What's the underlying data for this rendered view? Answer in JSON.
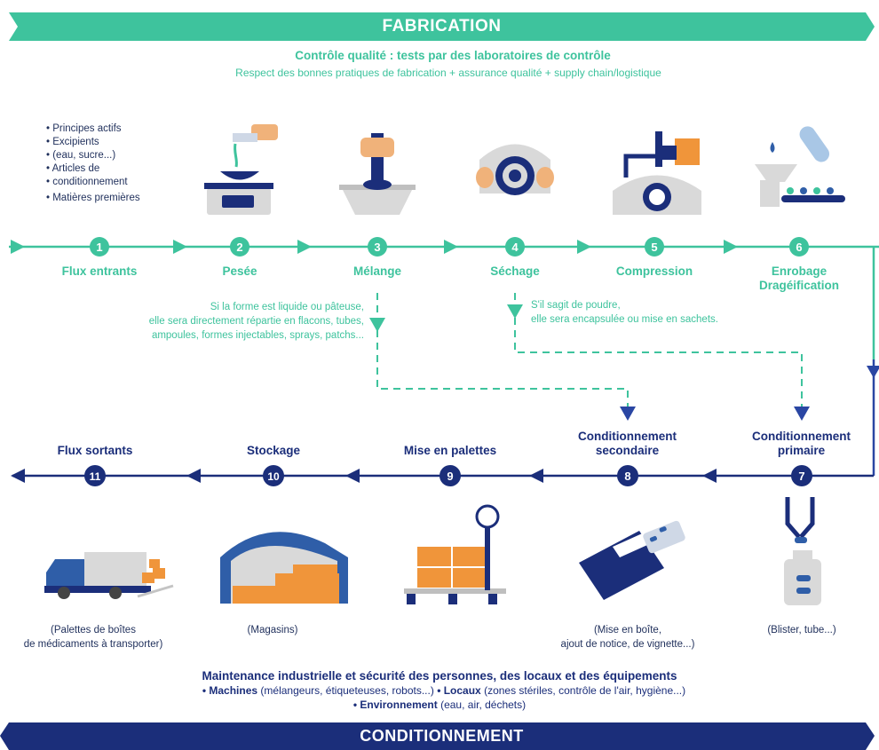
{
  "header": {
    "title": "FABRICATION",
    "subtitle": "Contrôle qualité : tests par des laboratoires de contrôle",
    "tagline": "Respect des bonnes pratiques de fabrication + assurance qualité + supply chain/logistique"
  },
  "inputs": [
    "• Principes actifs",
    "• Excipients",
    "• (eau, sucre...)",
    "• Articles de",
    "• conditionnement",
    "• Matières premières"
  ],
  "steps": [
    {
      "num": "1",
      "label": "Flux entrants"
    },
    {
      "num": "2",
      "label": "Pesée"
    },
    {
      "num": "3",
      "label": "Mélange"
    },
    {
      "num": "4",
      "label": "Séchage"
    },
    {
      "num": "5",
      "label": "Compression"
    },
    {
      "num": "6",
      "label": "Enrobage",
      "label2": "Dragéification"
    },
    {
      "num": "7",
      "label": "Conditionnement",
      "label2": "primaire"
    },
    {
      "num": "8",
      "label": "Conditionnement",
      "label2": "secondaire"
    },
    {
      "num": "9",
      "label": "Mise en palettes"
    },
    {
      "num": "10",
      "label": "Stockage"
    },
    {
      "num": "11",
      "label": "Flux sortants"
    }
  ],
  "notes": {
    "liquid": [
      "Si la forme est liquide ou pâteuse,",
      "elle sera directement répartie en flacons, tubes,",
      "ampoules, formes injectables, sprays, patchs..."
    ],
    "powder": [
      "S'il sagit de poudre,",
      "elle sera encapsulée ou mise en sachets."
    ]
  },
  "captions": {
    "c11": [
      "(Palettes de boîtes",
      "de médicaments à transporter)"
    ],
    "c10": [
      "(Magasins)"
    ],
    "c8": [
      "(Mise en boîte,",
      "ajout de notice, de vignette...)"
    ],
    "c7": [
      "(Blister, tube...)"
    ]
  },
  "maintenance": {
    "title": "Maintenance industrielle et sécurité des personnes, des locaux et des équipements",
    "machines_kw": "• Machines",
    "machines_txt": " (mélangeurs, étiqueteuses, robots...) ",
    "locaux_kw": "• Locaux",
    "locaux_txt": " (zones stériles, contrôle de l'air, hygiène...)",
    "env_kw": "• Environnement",
    "env_txt": " (eau, air, déchets)"
  },
  "footer": {
    "title": "CONDITIONNEMENT"
  },
  "colors": {
    "green": "#3ec39d",
    "navy": "#1b2e7a",
    "orange": "#f0953a",
    "grey": "#d9d9d9",
    "blue": "#2f5ea8"
  }
}
